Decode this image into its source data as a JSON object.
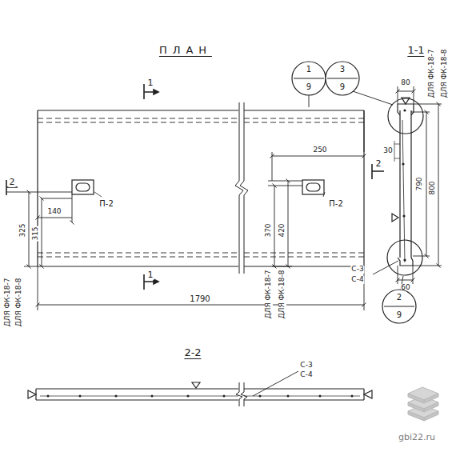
{
  "diagram": {
    "title": "ПЛАН",
    "nodes": [
      {
        "text": [
          "1",
          "9"
        ]
      },
      {
        "text": [
          "3",
          "9"
        ]
      },
      {
        "text": [
          "2",
          "9"
        ]
      }
    ],
    "labels": [
      "1-1",
      "1",
      "1",
      "2",
      "2",
      "П-2",
      "П-2",
      "140",
      "325",
      "315",
      "ДЛЯ ФК-18-7",
      "ДЛЯ ФК-18-8",
      "250",
      "370",
      "420",
      "ДЛЯ ФК-18-7",
      "ДЛЯ ФК-18-8",
      "1790",
      "80",
      "30",
      "790",
      "800",
      "ДЛЯ ФК-18-7",
      "ДЛЯ ФК-18-8",
      "С-3",
      "С-4",
      "60",
      "2-2",
      "С-3",
      "С-4",
      "gbi22.ru"
    ]
  }
}
